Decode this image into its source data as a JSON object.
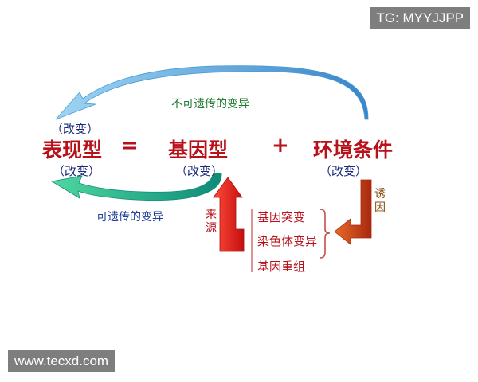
{
  "watermarks": {
    "top_right": "TG: MYYJJPP",
    "bottom_left": "www.tecxd.com"
  },
  "equation": {
    "phenotype": "表现型",
    "equals": "=",
    "genotype": "基因型",
    "plus": "+",
    "environment": "环境条件"
  },
  "change_labels": {
    "above_phenotype": "（改变）",
    "below_phenotype": "（改变）",
    "below_genotype": "（改变）",
    "below_environment": "（改变）"
  },
  "arcs": {
    "top": "不可遗传的变异",
    "bottom": "可遗传的变异"
  },
  "source_label": "来源",
  "induce_label": "诱因",
  "sources": [
    "基因突变",
    "染色体变异",
    "基因重组"
  ],
  "colors": {
    "term_red": "#b8111a",
    "change_navy": "#1b2a7a",
    "top_label_green": "#1f7a2e",
    "bottom_label_blue": "#1e3c9a",
    "top_arrow": "#5ab0df",
    "bottom_arrow": "#18a890",
    "source_arrow": "#e01a1a",
    "induce_arrow": "#c8401a",
    "induce_label": "#8a4a10"
  },
  "icons": {
    "top_arc": "curved-arrow-left",
    "bottom_arc": "curved-arrow-left",
    "source": "elbow-arrow-up",
    "induce": "elbow-arrow-left"
  }
}
